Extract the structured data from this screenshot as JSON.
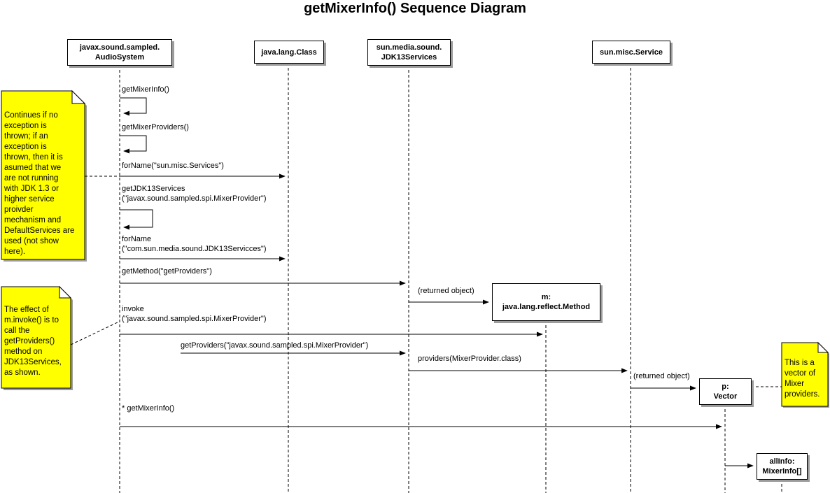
{
  "title": "getMixerInfo() Sequence Diagram",
  "participants": [
    {
      "name": "javax.sound.sampled.AudioSystem",
      "label": "javax.sound.sampled.\nAudioSystem"
    },
    {
      "name": "java.lang.Class",
      "label": "java.lang.Class"
    },
    {
      "name": "sun.media.sound.JDK13Services",
      "label": "sun.media.sound.\nJDK13Services"
    },
    {
      "name": "sun.misc.Service",
      "label": "sun.misc.Service"
    }
  ],
  "objects": [
    {
      "name": "m",
      "label": "m:\njava.lang.reflect.Method"
    },
    {
      "name": "p",
      "label": "p:\nVector"
    },
    {
      "name": "allInfo",
      "label": "allInfo:\nMixerInfo[]"
    }
  ],
  "messages": [
    {
      "label": "getMixerInfo()",
      "from": "AudioSystem",
      "to": "AudioSystem",
      "kind": "self"
    },
    {
      "label": "getMixerProviders()",
      "from": "AudioSystem",
      "to": "AudioSystem",
      "kind": "self"
    },
    {
      "label": "forName(\"sun.misc.Services\")",
      "from": "AudioSystem",
      "to": "java.lang.Class",
      "kind": "call"
    },
    {
      "label": "getJDK13Services\n(\"javax.sound.sampled.spi.MixerProvider\")",
      "from": "AudioSystem",
      "to": "AudioSystem",
      "kind": "self"
    },
    {
      "label": "forName\n(\"com.sun.media.sound.JDK13Servicces\")",
      "from": "AudioSystem",
      "to": "java.lang.Class",
      "kind": "call"
    },
    {
      "label": "getMethod(\"getProviders\")",
      "from": "AudioSystem",
      "to": "JDK13Services",
      "kind": "call"
    },
    {
      "label": "(returned object)",
      "from": "JDK13Services",
      "to": "m",
      "kind": "return"
    },
    {
      "label": "invoke\n(\"javax.sound.sampled.spi.MixerProvider\")",
      "from": "AudioSystem",
      "to": "m",
      "kind": "call"
    },
    {
      "label": "getProviders(\"javax.sound.sampled.spi.MixerProvider\")",
      "from": "m",
      "to": "JDK13Services",
      "kind": "call"
    },
    {
      "label": "providers(MixerProvider.class)",
      "from": "JDK13Services",
      "to": "sun.misc.Service",
      "kind": "call"
    },
    {
      "label": "(returned object)",
      "from": "sun.misc.Service",
      "to": "p",
      "kind": "return"
    },
    {
      "label": "* getMixerInfo()",
      "from": "AudioSystem",
      "to": "p",
      "kind": "call"
    },
    {
      "label": "",
      "from": "p",
      "to": "allInfo",
      "kind": "call"
    }
  ],
  "notes": [
    {
      "text": "Continues if no\nexception is\nthrown; if an\nexception is\nthrown, then it is\nasumed that we\nare not running\nwith JDK 1.3 or\nhigher service\nproivder\nmechanism and\nDefaultServices are\nused (not show\nhere)."
    },
    {
      "text": "The effect of\nm.invoke() is to\ncall the\ngetProviders()\nmethod on\nJDK13Services,\nas shown."
    },
    {
      "text": "This is a\nvector of\nMixer\nproviders."
    }
  ],
  "colors": {
    "note_fill": "#ffff00",
    "box_fill": "#ffffff",
    "shadow": "#9c9c9c",
    "line": "#000000"
  }
}
